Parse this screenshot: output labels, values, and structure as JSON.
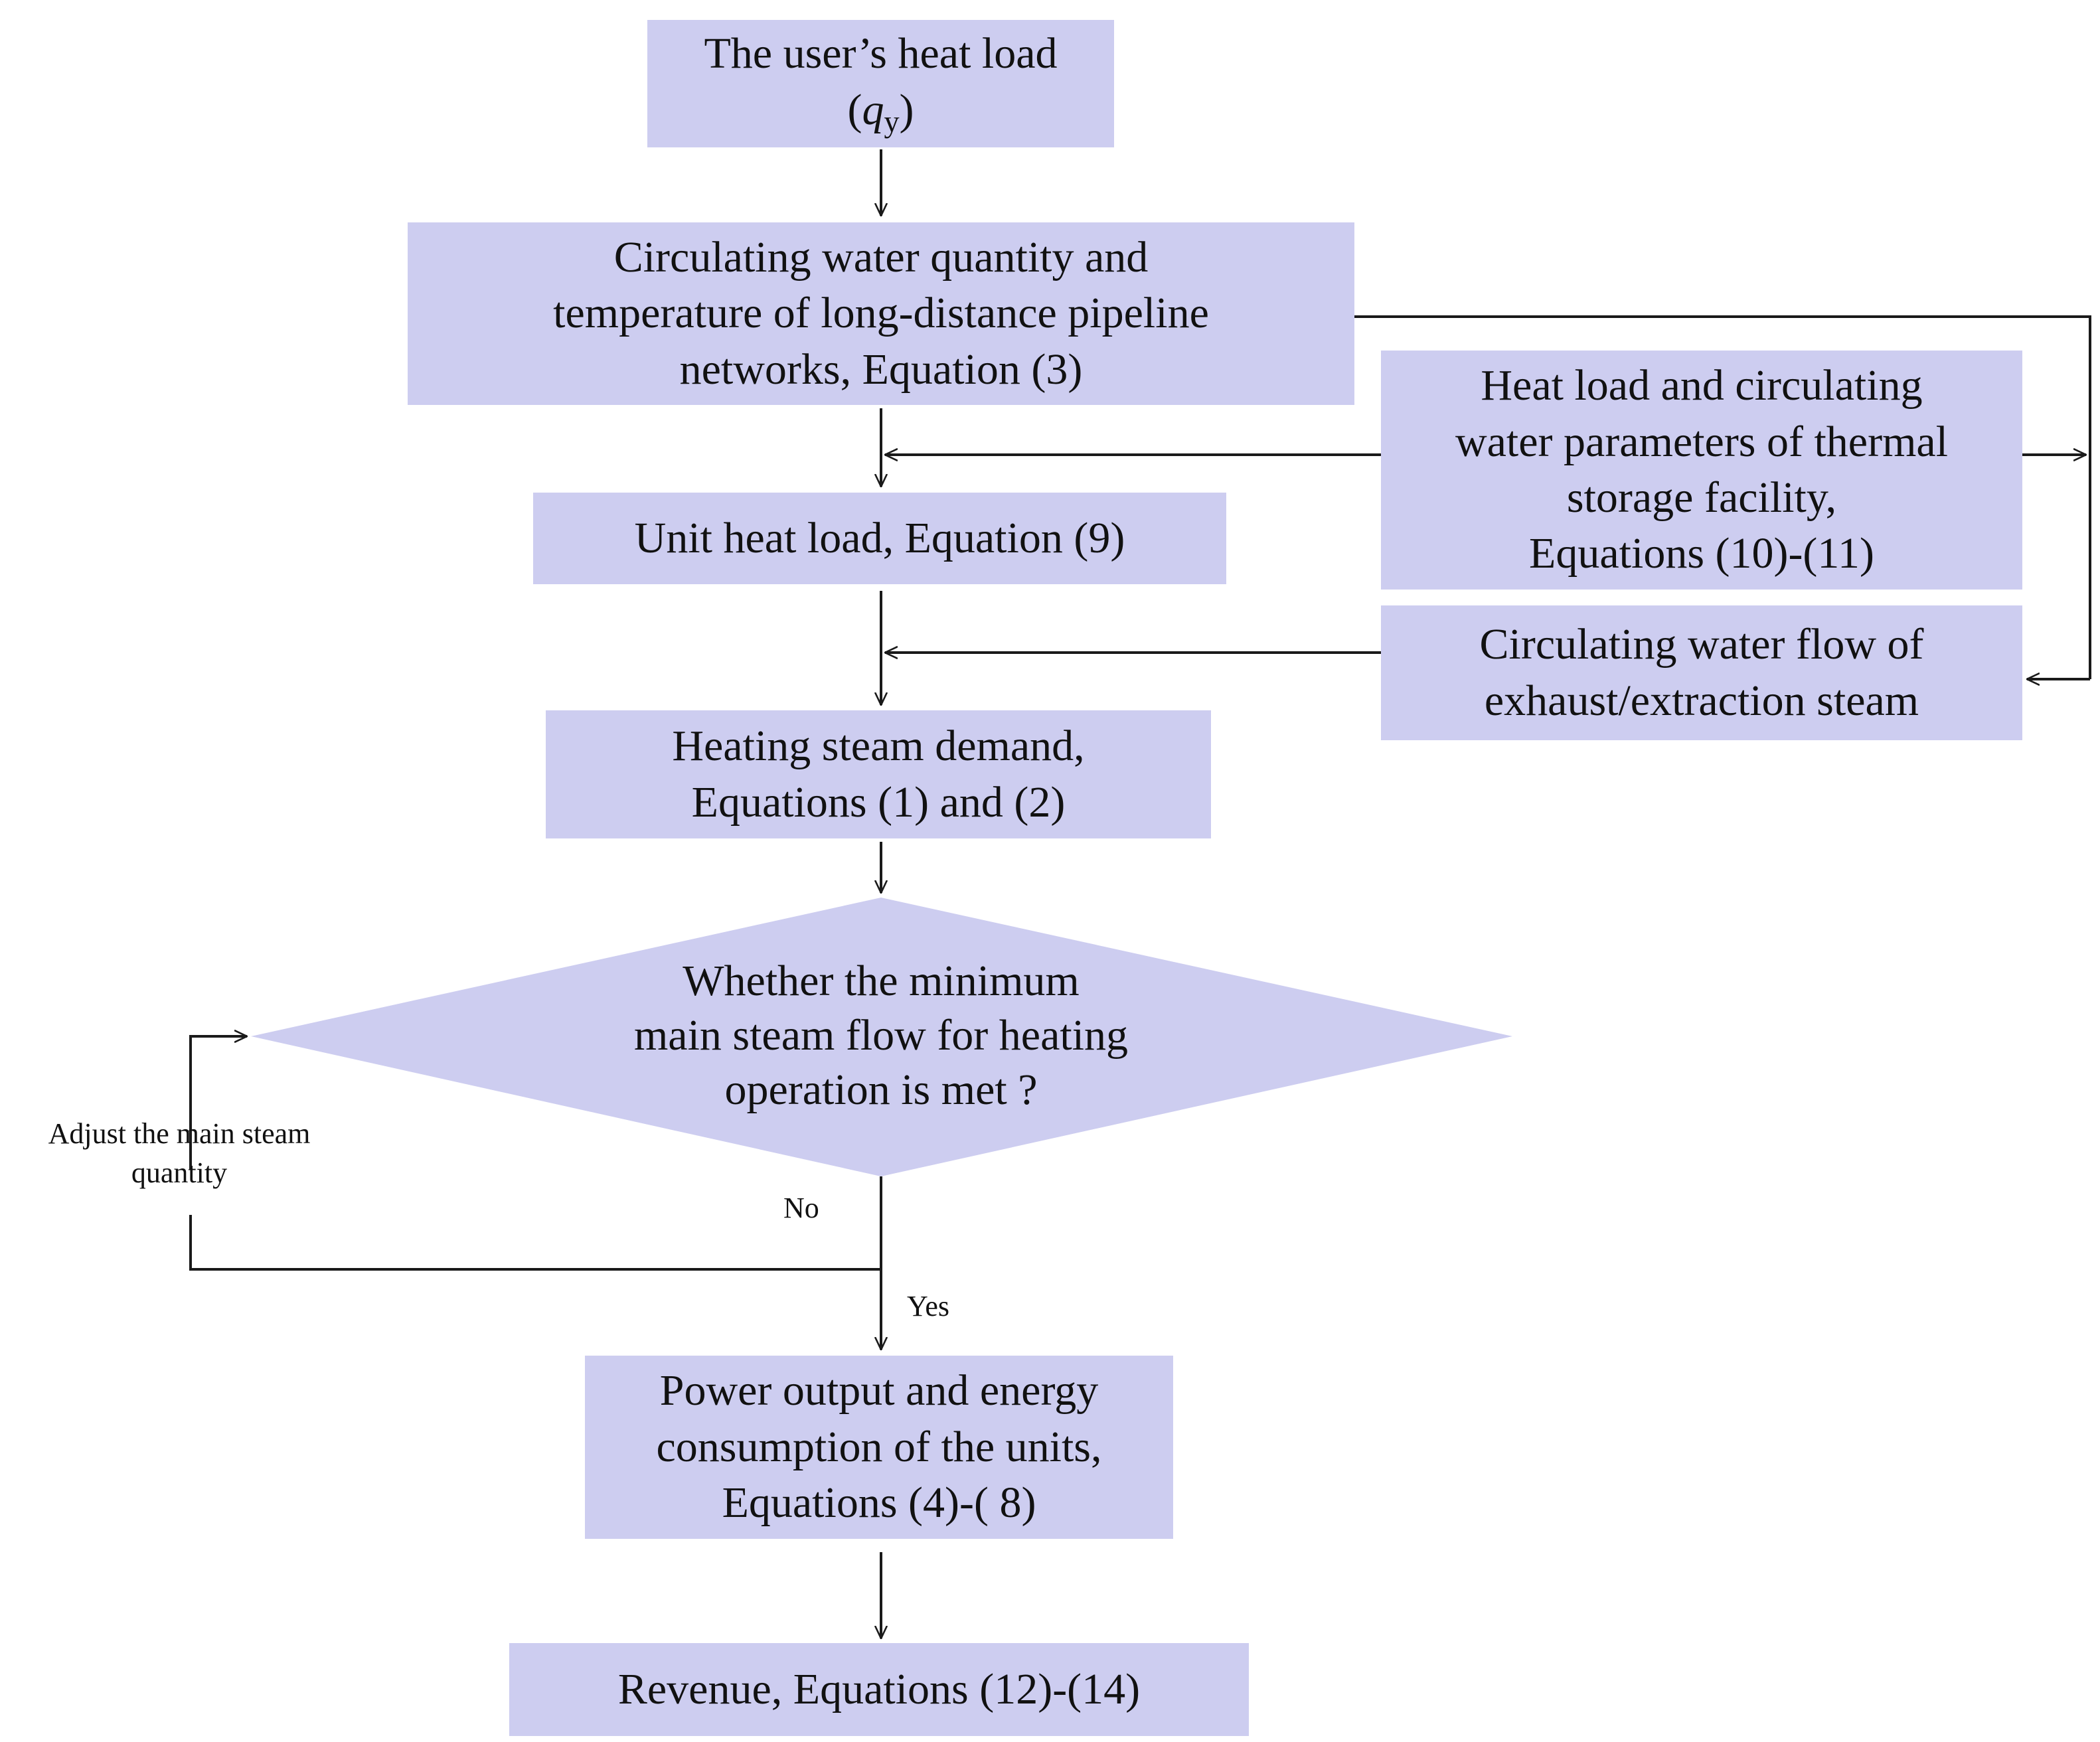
{
  "nodes": {
    "user_heat_load": {
      "line1": "The user’s heat load",
      "line2_open": "(",
      "symbol": "q",
      "subscript": "y",
      "line2_close": ")"
    },
    "circulating_water": {
      "line1": "Circulating water quantity and",
      "line2": "temperature of long-distance pipeline",
      "line3": "networks, Equation (3)"
    },
    "thermal_storage": {
      "line1": "Heat load and circulating",
      "line2": "water parameters of thermal",
      "line3": "storage facility,",
      "line4": "Equations (10)-(11)"
    },
    "unit_heat_load": {
      "line1": "Unit heat load, Equation (9)"
    },
    "exhaust_flow": {
      "line1": "Circulating water flow of",
      "line2": "exhaust/extraction steam"
    },
    "heating_steam": {
      "line1": "Heating steam demand,",
      "line2": "Equations (1) and (2)"
    },
    "decision": {
      "line1": "Whether the minimum",
      "line2": "main steam flow for heating",
      "line3": "operation is met ?"
    },
    "power_output": {
      "line1": "Power output and energy",
      "line2": "consumption of the units,",
      "line3": "Equations (4)-( 8)"
    },
    "revenue": {
      "line1": "Revenue, Equations (12)-(14)"
    }
  },
  "labels": {
    "adjust_line1": "Adjust the main steam",
    "adjust_line2": "quantity",
    "no": "No",
    "yes": "Yes"
  },
  "colors": {
    "box_fill": "#cdcdf0",
    "line": "#1a1a1a"
  }
}
